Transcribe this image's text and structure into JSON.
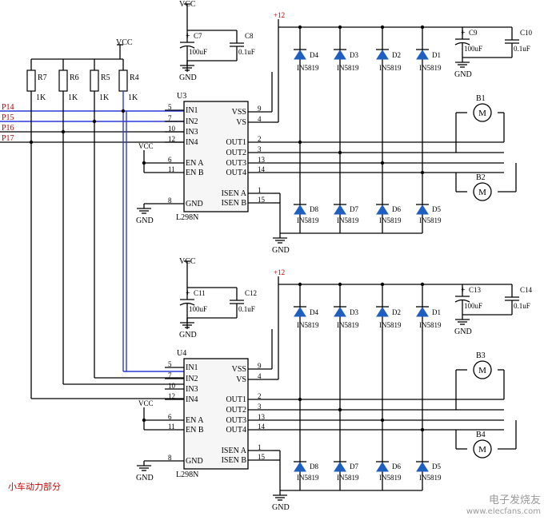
{
  "power": {
    "vcc": "VCC",
    "v12": "+12",
    "gnd": "GND"
  },
  "ports": [
    "P14",
    "P15",
    "P16",
    "P17"
  ],
  "resistors": [
    {
      "ref": "R7",
      "value": "1K"
    },
    {
      "ref": "R6",
      "value": "1K"
    },
    {
      "ref": "R5",
      "value": "1K"
    },
    {
      "ref": "R4",
      "value": "1K"
    }
  ],
  "chip": {
    "part": "L298N",
    "pins_left": [
      "IN1",
      "IN2",
      "IN3",
      "IN4",
      "EN A",
      "EN B",
      "GND"
    ],
    "pins_left_num": [
      "5",
      "7",
      "10",
      "12",
      "6",
      "11",
      "8"
    ],
    "pins_right": [
      "VSS",
      "VS",
      "OUT1",
      "OUT2",
      "OUT3",
      "OUT4",
      "ISEN A",
      "ISEN B"
    ],
    "pins_right_num": [
      "9",
      "4",
      "2",
      "3",
      "13",
      "14",
      "1",
      "15"
    ]
  },
  "blocks": [
    {
      "ref": "U3",
      "caps": [
        {
          "ref": "C7",
          "value": "100uF"
        },
        {
          "ref": "C8",
          "value": "0.1uF"
        }
      ],
      "caps2": [
        {
          "ref": "C9",
          "value": "100uF"
        },
        {
          "ref": "C10",
          "value": "0.1uF"
        }
      ],
      "motors": [
        "B1",
        "B2"
      ]
    },
    {
      "ref": "U4",
      "caps": [
        {
          "ref": "C11",
          "value": "100uF"
        },
        {
          "ref": "C12",
          "value": "0.1uF"
        }
      ],
      "caps2": [
        {
          "ref": "C13",
          "value": "100uF"
        },
        {
          "ref": "C14",
          "value": "0.1uF"
        }
      ],
      "motors": [
        "B3",
        "B4"
      ]
    }
  ],
  "diodes": {
    "upper": [
      "D4",
      "D3",
      "D2",
      "D1"
    ],
    "lower": [
      "D8",
      "D7",
      "D6",
      "D5"
    ],
    "part": "IN5819"
  },
  "motor_symbol": "M",
  "plus": "+",
  "caption": "小车动力部分",
  "watermark": {
    "line1": "电子发烧友",
    "line2": "www.elecfans.com"
  },
  "colors": {
    "wire": "#000000",
    "highlight": "#2a3ad8",
    "diode": "#1f5fc0",
    "port": "#b00000"
  }
}
